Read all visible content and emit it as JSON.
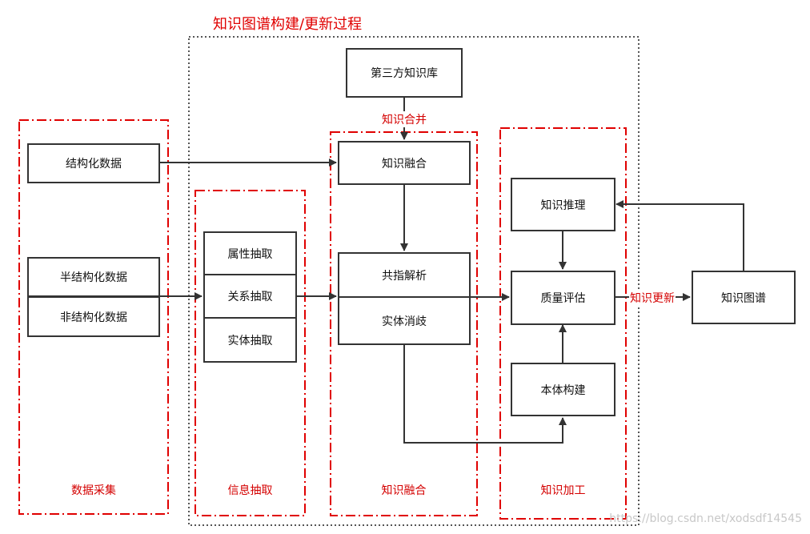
{
  "title": "知识图谱构建/更新过程",
  "groups": {
    "collection": "数据采集",
    "extraction": "信息抽取",
    "fusion": "知识融合",
    "processing": "知识加工"
  },
  "nodes": {
    "structured": "结构化数据",
    "semi_structured": "半结构化数据",
    "unstructured": "非结构化数据",
    "attr_extract": "属性抽取",
    "rel_extract": "关系抽取",
    "entity_extract": "实体抽取",
    "third_party": "第三方知识库",
    "knowledge_fusion": "知识融合",
    "coref": "共指解析",
    "disambiguation": "实体消歧",
    "reasoning": "知识推理",
    "quality": "质量评估",
    "ontology": "本体构建",
    "kg": "知识图谱"
  },
  "edge_labels": {
    "merge": "知识合并",
    "update": "知识更新"
  },
  "watermark": "https://blog.csdn.net/xodsdf14545",
  "colors": {
    "accent_red": "#e00000",
    "border": "#333333",
    "dotted": "#555555"
  }
}
